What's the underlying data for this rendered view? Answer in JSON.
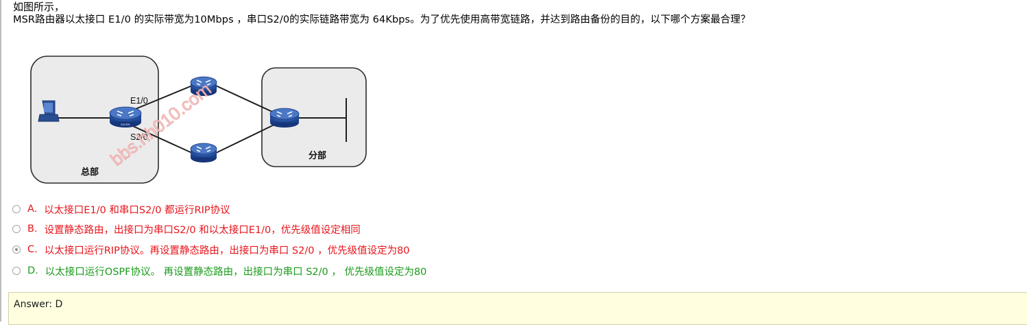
{
  "question": {
    "intro": "如图所示，",
    "text": "MSR路由器以太接口 E1/0 的实际带宽为10Mbps ，串口S2/0的实际链路带宽为 64Kbps。为了优先使用高带宽链路，并达到路由备份的目的，以下哪个方案最合理？"
  },
  "diagram": {
    "hq_label": "总部",
    "branch_label": "分部",
    "e_label": "E1/0",
    "s_label": "S2/0",
    "watermark": "bbs.hh010.com",
    "router_caption": "ROUTER"
  },
  "options": [
    {
      "letter": "A.",
      "text": "以太接口E1/0 和串口S2/0 都运行RIP协议",
      "color": "#e8141b",
      "selected": false
    },
    {
      "letter": "B.",
      "text": "设置静态路由，出接口为串口S2/0 和以太接口E1/0，优先级值设定相同",
      "color": "#e8141b",
      "selected": false
    },
    {
      "letter": "C.",
      "text": "以太接口运行RIP协议。再设置静态路由，出接口为串口 S2/0 ，优先级值设定为80",
      "color": "#e8141b",
      "selected": true
    },
    {
      "letter": "D.",
      "text": "以太接口运行OSPF协议。 再设置静态路由，出接口为串口 S2/0 ， 优先级值设定为80",
      "color": "#1a9a1a",
      "selected": false
    }
  ],
  "answer": {
    "text": "Answer: D"
  }
}
